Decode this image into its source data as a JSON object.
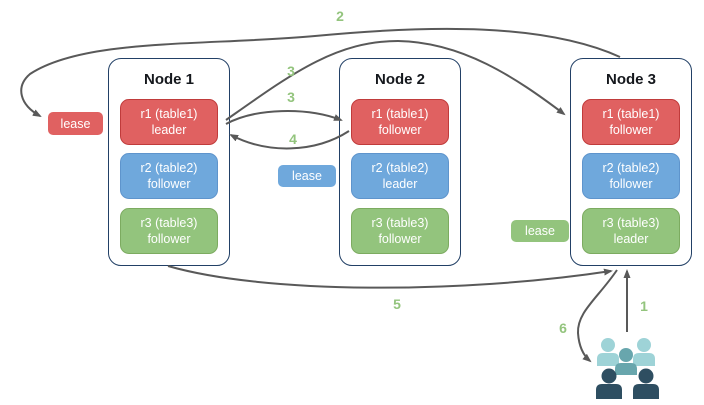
{
  "diagram": {
    "nodes": [
      {
        "title": "Node 1",
        "replicas": [
          {
            "name": "r1 (table1)",
            "role": "leader",
            "color": "red"
          },
          {
            "name": "r2 (table2)",
            "role": "follower",
            "color": "blue"
          },
          {
            "name": "r3 (table3)",
            "role": "follower",
            "color": "green"
          }
        ]
      },
      {
        "title": "Node 2",
        "replicas": [
          {
            "name": "r1 (table1)",
            "role": "follower",
            "color": "red"
          },
          {
            "name": "r2 (table2)",
            "role": "leader",
            "color": "blue"
          },
          {
            "name": "r3 (table3)",
            "role": "follower",
            "color": "green"
          }
        ]
      },
      {
        "title": "Node 3",
        "replicas": [
          {
            "name": "r1 (table1)",
            "role": "follower",
            "color": "red"
          },
          {
            "name": "r2 (table2)",
            "role": "follower",
            "color": "blue"
          },
          {
            "name": "r3 (table3)",
            "role": "leader",
            "color": "green"
          }
        ]
      }
    ],
    "lease_tags": [
      {
        "label": "lease",
        "color": "red"
      },
      {
        "label": "lease",
        "color": "blue"
      },
      {
        "label": "lease",
        "color": "green"
      }
    ],
    "steps": {
      "s1": "1",
      "s2": "2",
      "s3a": "3",
      "s3b": "3",
      "s4": "4",
      "s5": "5",
      "s6": "6"
    },
    "icons": {
      "users": "users-icon"
    },
    "colors": {
      "red_fill": "#e06161",
      "red_border": "#c03b3b",
      "blue_fill": "#6fa8dc",
      "blue_border": "#5e94cc",
      "green_fill": "#93c47d",
      "green_border": "#7cab60",
      "node_border": "#224066",
      "arrow": "#595959",
      "step_label": "#93c47d",
      "users_light": "#9ed3d7",
      "users_mid": "#68a6ad",
      "users_dark": "#2e4e61"
    }
  }
}
